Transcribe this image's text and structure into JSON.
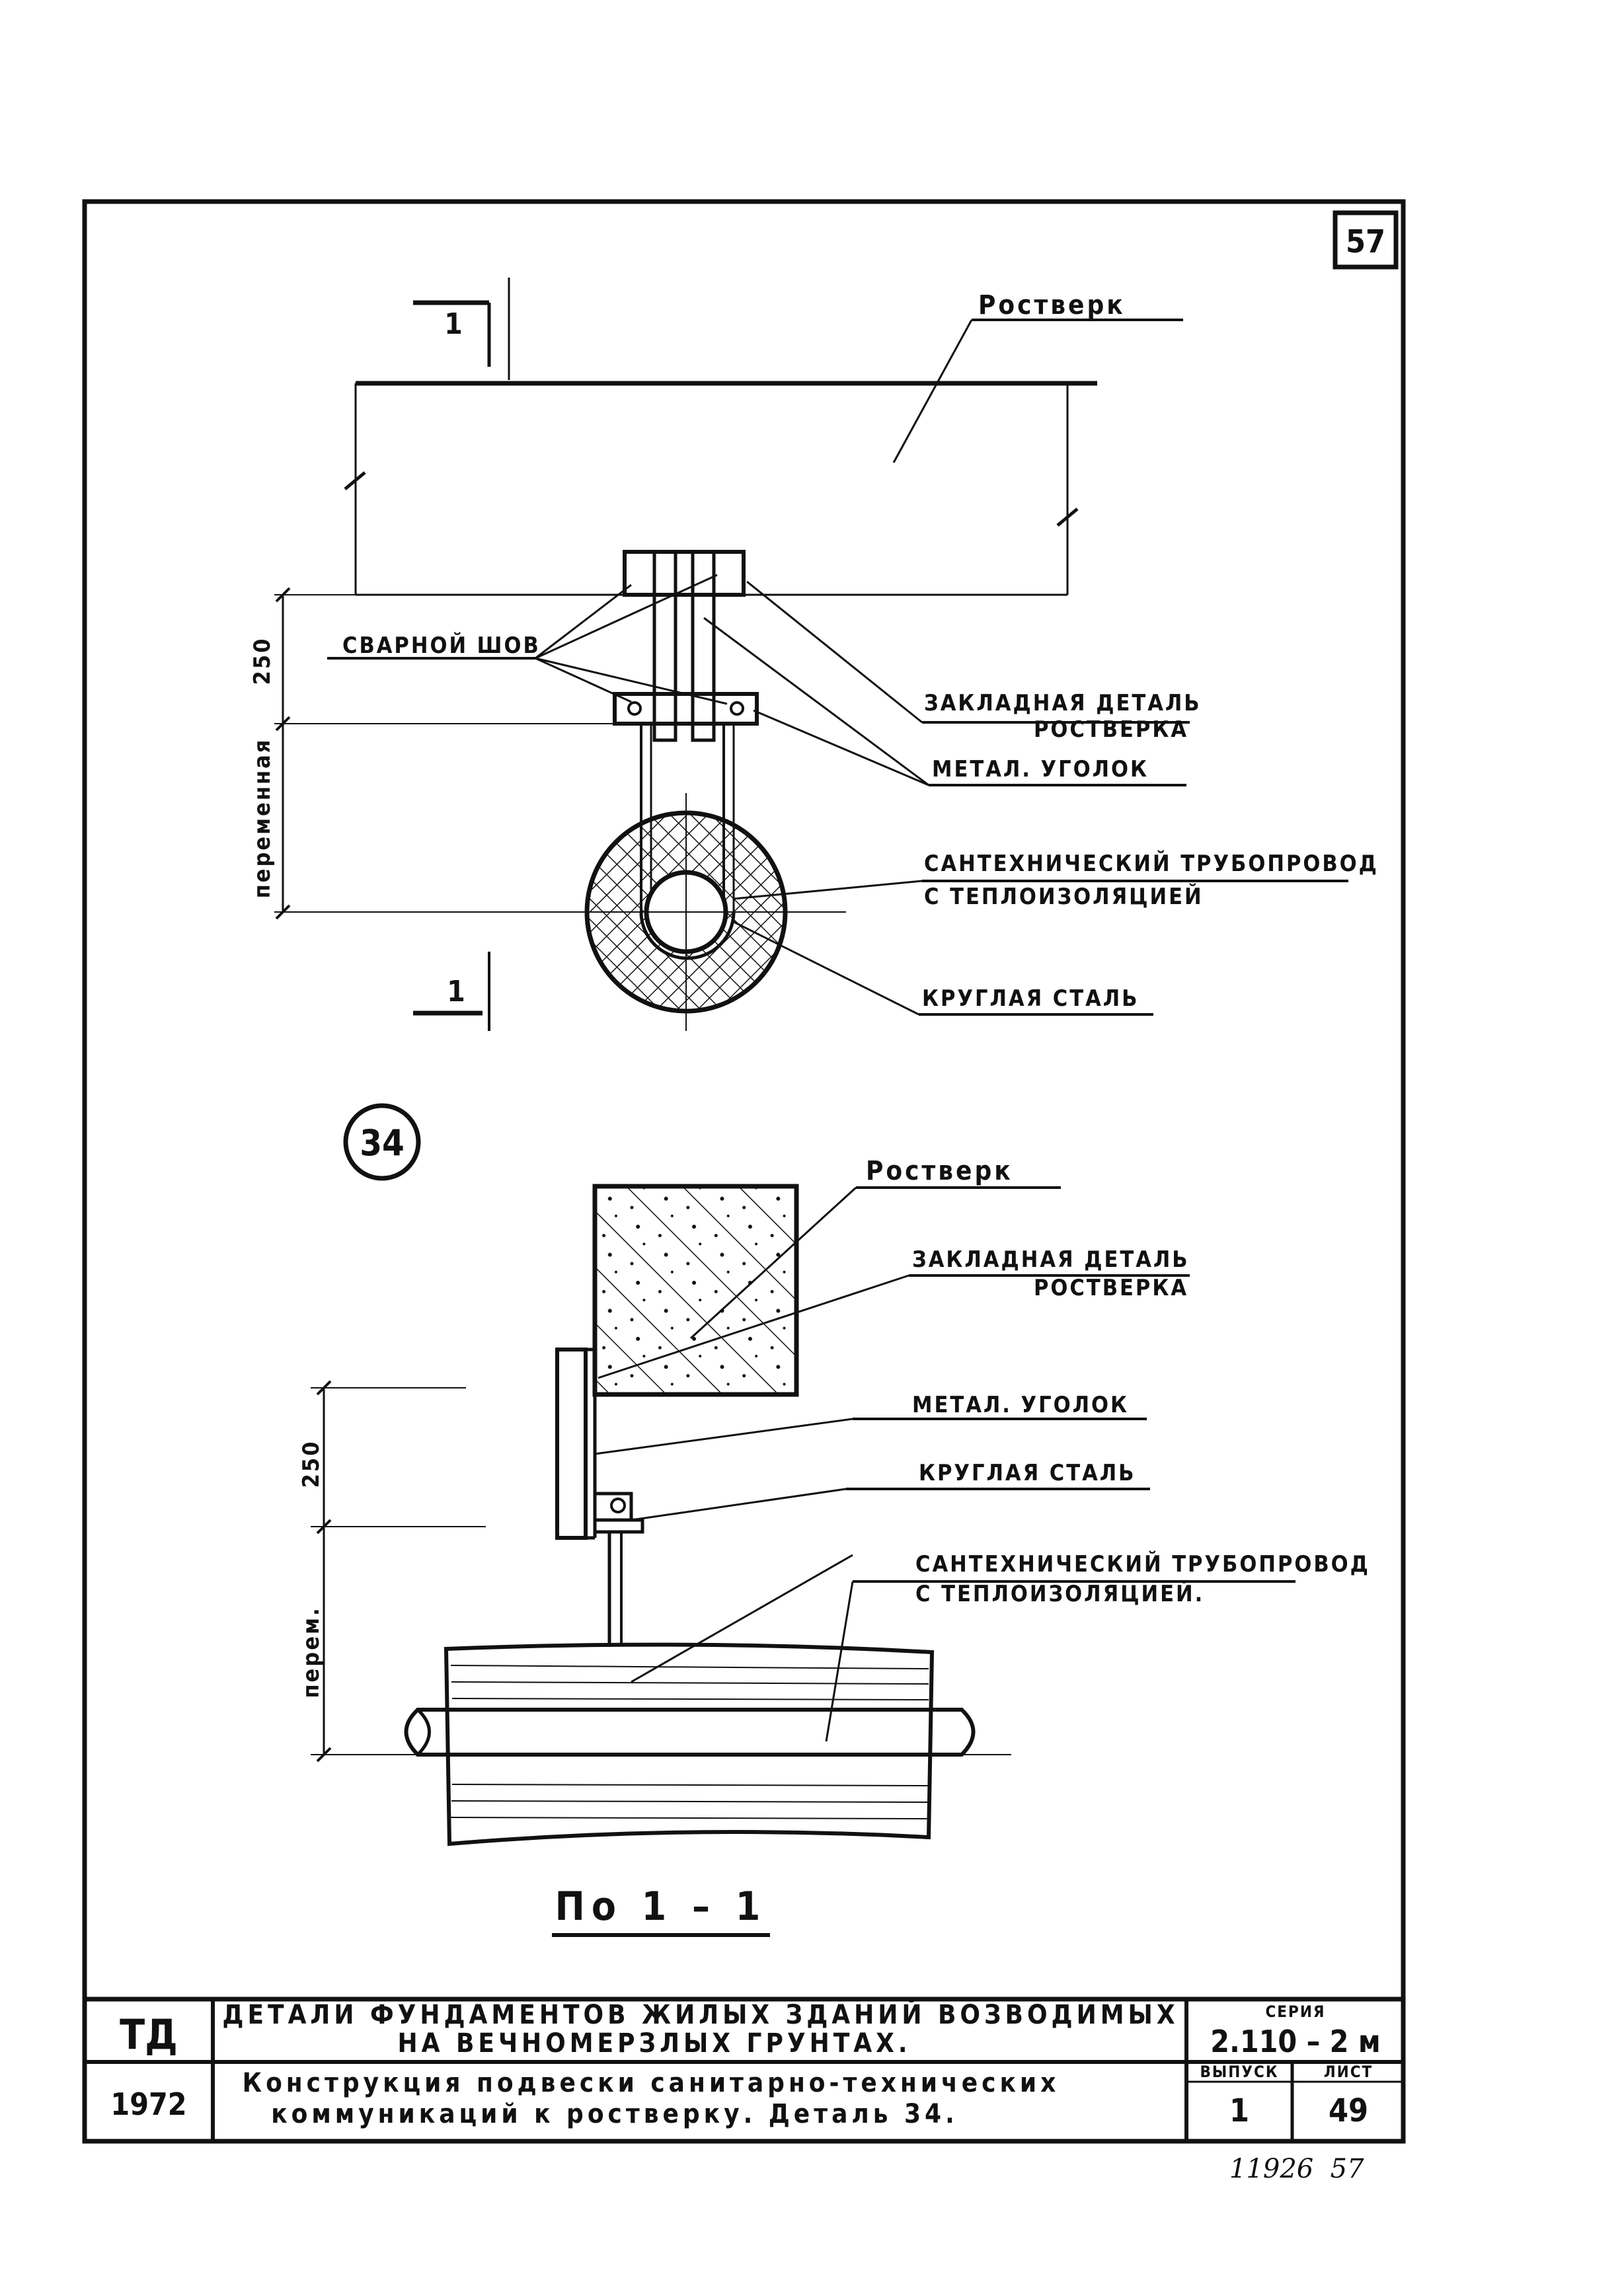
{
  "sheet_number": "57",
  "section_mark": "1",
  "detail_number": "34",
  "top_view": {
    "rostverk": "Ростверк",
    "weld_seam": "СВАРНОЙ ШОВ",
    "embedded_part_line1": "ЗАКЛАДНАЯ ДЕТАЛЬ",
    "embedded_part_line2": "РОСТВЕРКА",
    "steel_angle": "МЕТАЛ. УГОЛОК",
    "pipeline_line1": "САНТЕХНИЧЕСКИЙ ТРУБОПРОВОД",
    "pipeline_line2": "С ТЕПЛОИЗОЛЯЦИЕЙ",
    "round_steel": "КРУГЛАЯ СТАЛЬ",
    "dim_250": "250",
    "dim_variable": "переменная"
  },
  "section_view": {
    "rostverk": "Ростверк",
    "embedded_part_line1": "ЗАКЛАДНАЯ ДЕТАЛЬ",
    "embedded_part_line2": "РОСТВЕРКА",
    "steel_angle": "МЕТАЛ. УГОЛОК",
    "round_steel": "КРУГЛАЯ СТАЛЬ",
    "pipeline_line1": "САНТЕХНИЧЕСКИЙ ТРУБОПРОВОД",
    "pipeline_line2": "С ТЕПЛОИЗОЛЯЦИЕЙ.",
    "dim_250": "250",
    "dim_variable": "перем.",
    "caption": "По 1 – 1"
  },
  "title_block": {
    "org": "ТД",
    "year": "1972",
    "title_line1": "ДЕТАЛИ ФУНДАМЕНТОВ ЖИЛЫХ ЗДАНИЙ ВОЗВОДИМЫХ",
    "title_line2": "НА ВЕЧНОМЕРЗЛЫХ ГРУНТАХ.",
    "subtitle_line1": "Конструкция подвески санитарно-технических",
    "subtitle_line2": "коммуникаций к ростверку. Деталь 34.",
    "series_label": "СЕРИЯ",
    "series_value": "2.110 – 2 м",
    "issue_label": "ВЫПУСК",
    "issue_value": "1",
    "sheet_label": "ЛИСТ",
    "sheet_value": "49"
  },
  "footer_note": "11926  57"
}
